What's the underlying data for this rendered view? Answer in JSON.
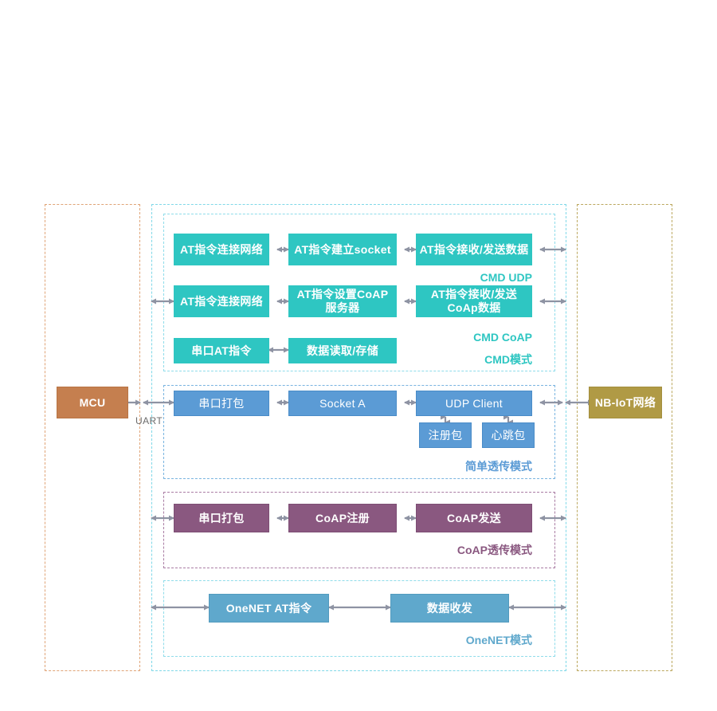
{
  "diagram": {
    "title": "NB-IoT module working modes block diagram",
    "colors": {
      "teal": "#2ec6c2",
      "blue": "#5b9bd5",
      "purple": "#8a5880",
      "onenet_blue": "#5fa8cc",
      "mcu_brown": "#c57f4f",
      "nbiot_olive": "#b09a45",
      "arrow_gray": "#8e93a3",
      "dash_orange": "#e0a477",
      "dash_cyan": "#7fd8e8",
      "dash_blue": "#79b4e0",
      "dash_purple": "#a97ca3",
      "dash_olive": "#bca85f"
    }
  },
  "endpoints": {
    "mcu": "MCU",
    "network": "NB-IoT网络",
    "uart": "UART"
  },
  "cmd_mode": {
    "label": "CMD模式",
    "rows": [
      {
        "label": "CMD UDP",
        "boxes": [
          "AT指令连接网络",
          "AT指令建立socket",
          "AT指令接收/发送数据"
        ]
      },
      {
        "label": "CMD CoAP",
        "boxes": [
          "AT指令连接网络",
          "AT指令设置CoAP\n服务器",
          "AT指令接收/发送\nCoAp数据"
        ]
      },
      {
        "label": "",
        "boxes": [
          "串口AT指令",
          "数据读取/存储"
        ]
      }
    ]
  },
  "simple_transparent_mode": {
    "label": "简单透传模式",
    "boxes": [
      "串口打包",
      "Socket A",
      "UDP Client"
    ],
    "sub_boxes": [
      "注册包",
      "心跳包"
    ]
  },
  "coap_transparent_mode": {
    "label": "CoAP透传模式",
    "boxes": [
      "串口打包",
      "CoAP注册",
      "CoAP发送"
    ]
  },
  "onenet_mode": {
    "label": "OneNET模式",
    "boxes": [
      "OneNET AT指令",
      "数据收发"
    ]
  }
}
